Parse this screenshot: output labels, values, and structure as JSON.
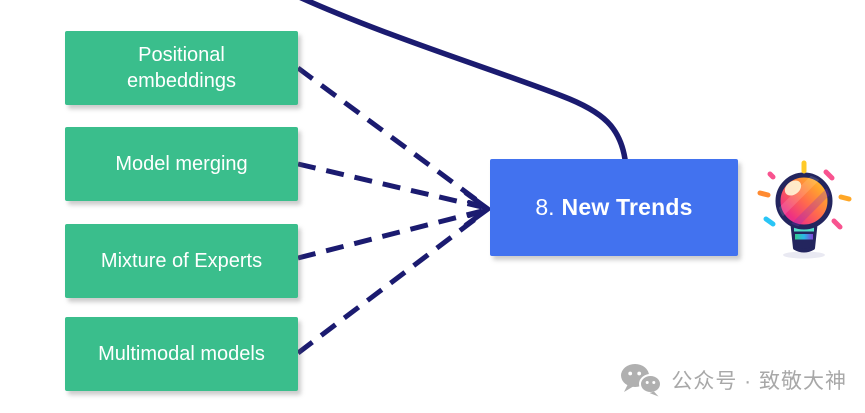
{
  "nodes": {
    "topics": [
      {
        "label": "Positional embeddings"
      },
      {
        "label": "Model merging"
      },
      {
        "label": "Mixture of Experts"
      },
      {
        "label": "Multimodal models"
      }
    ],
    "main": {
      "number": "8.",
      "title": "New Trends"
    }
  },
  "edges": [
    {
      "from": "Positional embeddings",
      "to": "New Trends",
      "style": "dashed-arrow"
    },
    {
      "from": "Model merging",
      "to": "New Trends",
      "style": "dashed-arrow"
    },
    {
      "from": "Mixture of Experts",
      "to": "New Trends",
      "style": "dashed-arrow"
    },
    {
      "from": "Multimodal models",
      "to": "New Trends",
      "style": "dashed-arrow"
    },
    {
      "from": "offscreen-top-left",
      "to": "New Trends",
      "style": "solid-curve"
    }
  ],
  "colors": {
    "topic_fill": "#3abe8c",
    "main_fill": "#4272ef",
    "connector": "#1b1b70",
    "node_text": "#ffffff",
    "watermark_text": "#a8a8a8"
  },
  "icons": {
    "main_decoration": "lightbulb-icon",
    "watermark_logo": "wechat-icon"
  },
  "watermark": {
    "text": "公众号 · 致敬大神"
  }
}
